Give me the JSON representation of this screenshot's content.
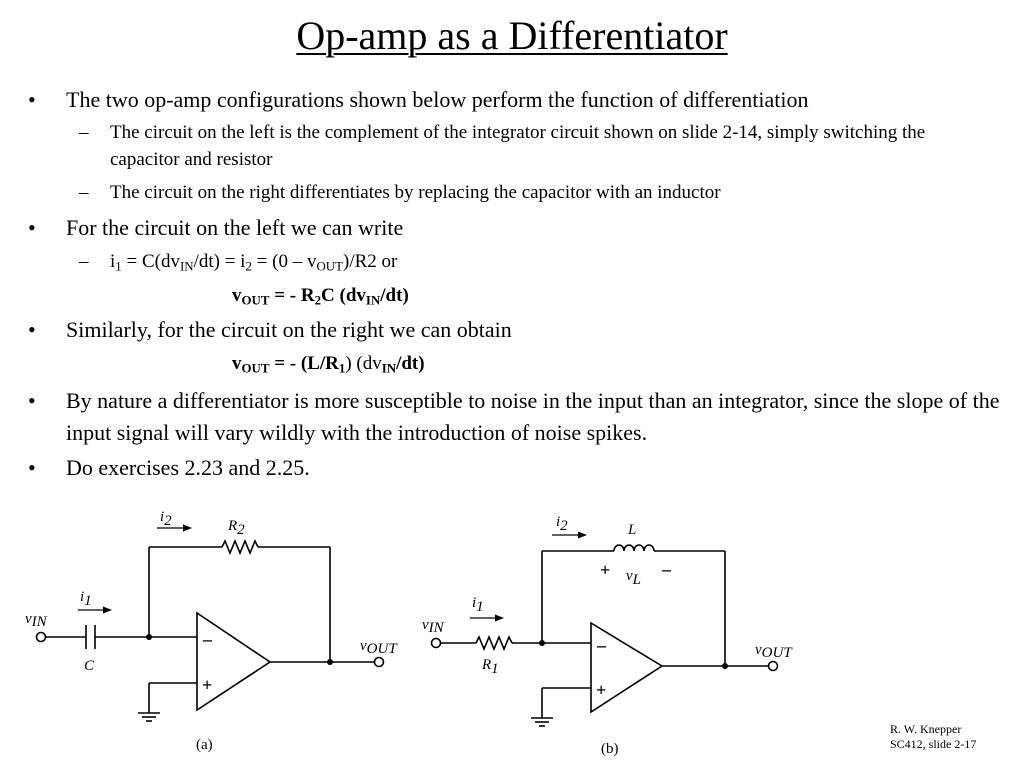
{
  "title": "Op-amp as a Differentiator",
  "bullets": {
    "b1": "The two op-amp configurations shown below perform the function of differentiation",
    "b1_sub1": "The circuit on the left is the complement of the integrator circuit shown on slide 2-14, simply switching the capacitor and resistor",
    "b1_sub2": "The circuit on the right differentiates by replacing the capacitor with an inductor",
    "b2": "For the circuit on the left we can write",
    "b3": "Similarly, for the circuit on the right we can obtain",
    "b4": "By nature a differentiator is more susceptible to noise in the input than an integrator, since the slope of the input signal will vary wildly with the introduction of noise spikes.",
    "b5": "Do exercises 2.23 and 2.25."
  },
  "equations": {
    "eq1_parts": [
      "i",
      "1",
      " = C(dv",
      "IN",
      "/dt) = i",
      "2",
      " = (0 – v",
      "OUT",
      ")/R2  or"
    ],
    "eq2_parts": [
      "v",
      "OUT",
      " = - R",
      "2",
      "C (dv",
      "IN",
      "/dt)"
    ],
    "eq3_parts": [
      "v",
      "OUT",
      " = - (L/R",
      "1",
      ") (dv",
      "IN",
      "/dt)"
    ]
  },
  "circuit_a": {
    "caption": "(a)",
    "i2_main": "i",
    "i2_sub": "2",
    "r2_main": "R",
    "r2_sub": "2",
    "i1_main": "i",
    "i1_sub": "1",
    "vin_main": "v",
    "vin_sub": "IN",
    "c_label": "C",
    "vout_main": "v",
    "vout_sub": "OUT",
    "minus": "–",
    "plus": "+"
  },
  "circuit_b": {
    "caption": "(b)",
    "i2_main": "i",
    "i2_sub": "2",
    "l_label": "L",
    "vl_plus": "+",
    "vl_main": "v",
    "vl_sub": "L",
    "vl_minus": "–",
    "i1_main": "i",
    "i1_sub": "1",
    "vin_main": "v",
    "vin_sub": "IN",
    "r1_main": "R",
    "r1_sub": "1",
    "vout_main": "v",
    "vout_sub": "OUT",
    "minus": "–",
    "plus": "+"
  },
  "footer": {
    "line1": "R. W. Knepper",
    "line2": "SC412, slide 2-17"
  }
}
